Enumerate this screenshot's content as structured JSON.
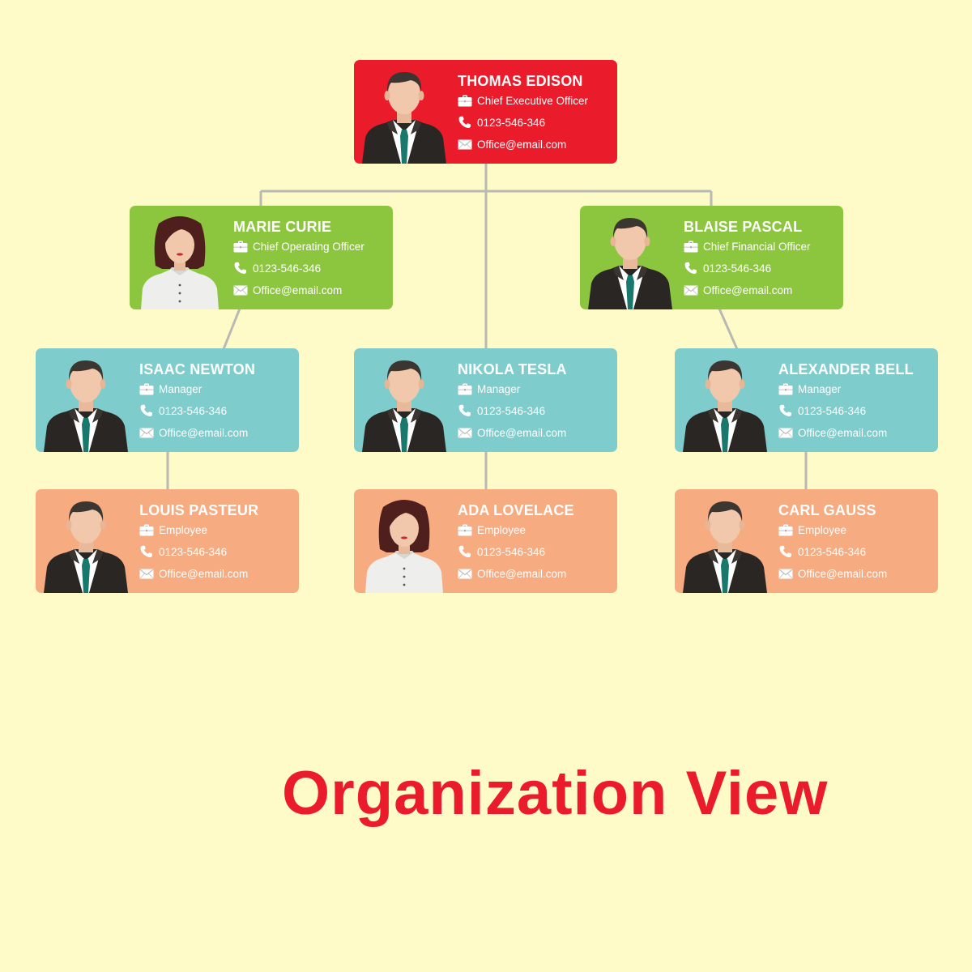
{
  "colors": {
    "background": "#fefbc8",
    "ceo": "#ea1c2b",
    "exec": "#8cc63f",
    "manager": "#7ecccb",
    "employee": "#f7ab80",
    "connector": "#b9b9b3",
    "title": "#ea1c2b"
  },
  "title": "Organization View",
  "ceo": {
    "name": "THOMAS EDISON",
    "role": "Chief Executive Officer",
    "phone": "0123-546-346",
    "email": "Office@email.com",
    "avatar": "male-avatar-icon"
  },
  "execs": [
    {
      "name": "MARIE CURIE",
      "role": "Chief Operating Officer",
      "phone": "0123-546-346",
      "email": "Office@email.com",
      "avatar": "female-avatar-icon"
    },
    {
      "name": "BLAISE PASCAL",
      "role": "Chief Financial Officer",
      "phone": "0123-546-346",
      "email": "Office@email.com",
      "avatar": "male-avatar-icon"
    }
  ],
  "managers": [
    {
      "name": "ISAAC NEWTON",
      "role": "Manager",
      "phone": "0123-546-346",
      "email": "Office@email.com",
      "avatar": "male-avatar-icon"
    },
    {
      "name": "NIKOLA TESLA",
      "role": "Manager",
      "phone": "0123-546-346",
      "email": "Office@email.com",
      "avatar": "male-avatar-icon"
    },
    {
      "name": "ALEXANDER BELL",
      "role": "Manager",
      "phone": "0123-546-346",
      "email": "Office@email.com",
      "avatar": "male-avatar-icon"
    }
  ],
  "employees": [
    {
      "name": "LOUIS PASTEUR",
      "role": "Employee",
      "phone": "0123-546-346",
      "email": "Office@email.com",
      "avatar": "male-avatar-icon"
    },
    {
      "name": "ADA LOVELACE",
      "role": "Employee",
      "phone": "0123-546-346",
      "email": "Office@email.com",
      "avatar": "female-avatar-icon"
    },
    {
      "name": "CARL GAUSS",
      "role": "Employee",
      "phone": "0123-546-346",
      "email": "Office@email.com",
      "avatar": "male-avatar-icon"
    }
  ]
}
